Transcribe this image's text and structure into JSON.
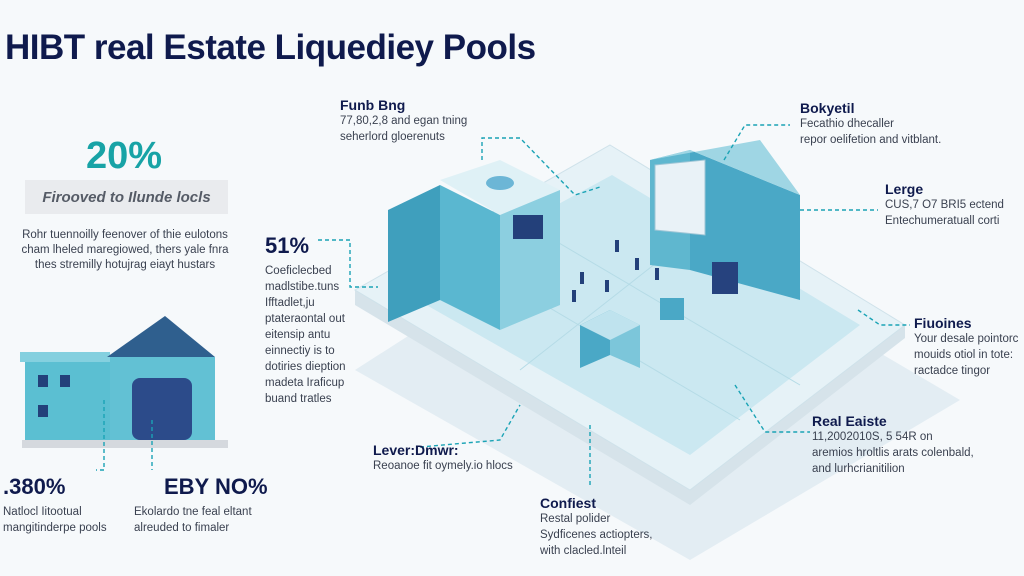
{
  "title": "HIBT real Estate Liquediey Pools",
  "left": {
    "stat_value": "20%",
    "stat_box_label": "Firooved to Ilunde locls",
    "paragraph": [
      "Rohr tuennoilly feenover of thie eulotons",
      "cham lheled maregiowed, thers yale fnra",
      "thes stremilly hotujrag eiayt hustars"
    ]
  },
  "stat_51": {
    "value": "51%",
    "lines": [
      "Coeficlecbed",
      "madlstibe.tuns",
      "Ifftadlet,ju",
      "ptateraontal out",
      "eitensip antu",
      "einnectiy is to",
      "dotiries dieption",
      "madeta Iraficup",
      "buand tratles"
    ]
  },
  "stat_380": {
    "value": ".380%",
    "lines": [
      "Natlocl Iitootual",
      "mangitinderpe pools"
    ]
  },
  "stat_eby": {
    "value": "EBY NO%",
    "lines": [
      "Ekolardo tne feal eltant",
      "alreuded to fimaler"
    ]
  },
  "callouts": {
    "funding": {
      "heading": "Funb Bng",
      "lines": [
        "77,80,2,8 and egan tning",
        "seherlord gloerenuts"
      ]
    },
    "bokyetil": {
      "heading": "Bokyetil",
      "lines": [
        "Fecathio dhecaller",
        "repor oelifetion and vitblant."
      ]
    },
    "lerge": {
      "heading": "Lerge",
      "lines": [
        "CUS,7 O7 BRI5 ectend",
        "Entechumeratuall corti"
      ]
    },
    "fiuoines": {
      "heading": "Fiuoines",
      "lines": [
        "Your desale pointorc",
        "mouids otiol in tote:",
        "ractadce tingor"
      ]
    },
    "real_estate": {
      "heading": "Real Eaiste",
      "lines": [
        "11,2002010S, 5 54R on",
        "aremios hroltlis arats colenbald,",
        "and lurhcrianitilion"
      ]
    },
    "lever": {
      "heading": "Lever:Dmwr:",
      "lines": [
        "Reoanoe fit oymely.io hlocs"
      ]
    },
    "confiest": {
      "heading": "Confiest",
      "lines": [
        "Restal polider",
        "Sydficenes actiopters,",
        "with clacled.lnteil"
      ]
    }
  },
  "colors": {
    "navy": "#0f1a4d",
    "teal": "#18a3a6",
    "building": "#4fb4cc",
    "platform": "#bfe3ee"
  }
}
